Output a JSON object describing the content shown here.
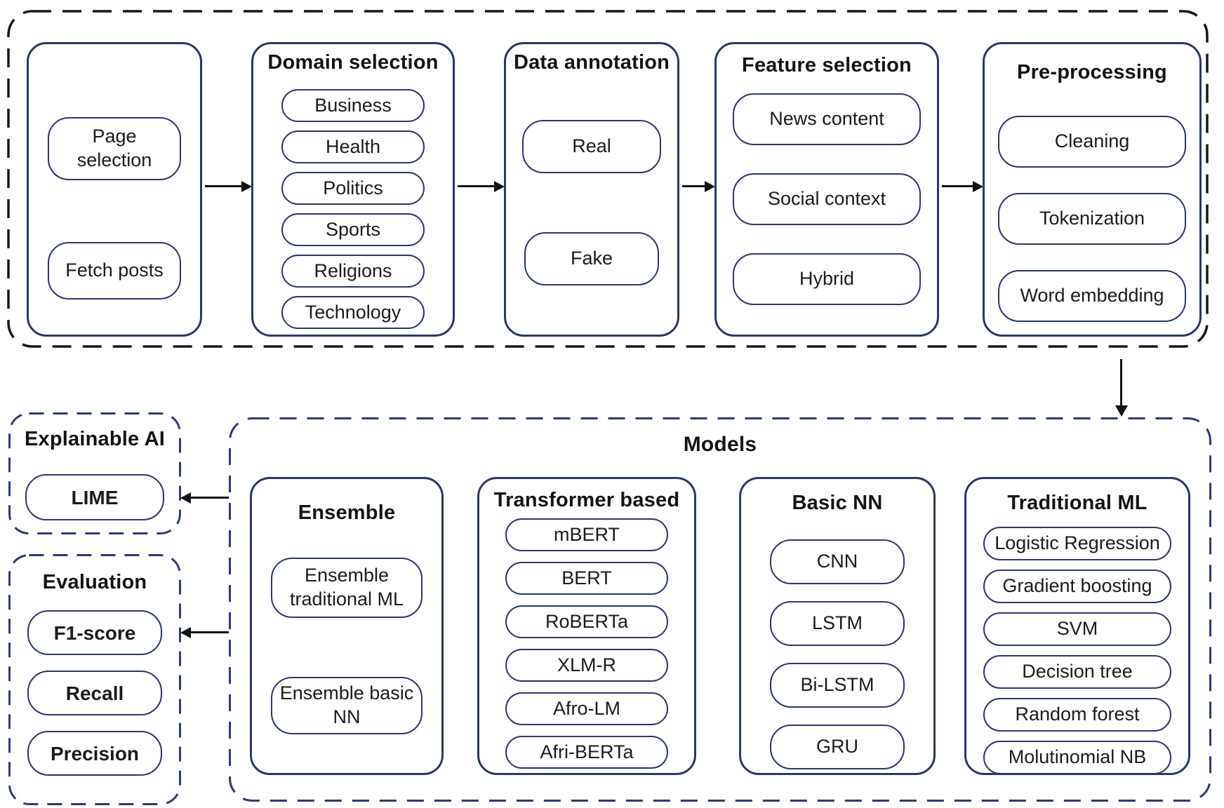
{
  "colors": {
    "border_navy": "#2b3865",
    "dash_black": "#17171f",
    "dash_navy": "#2e3c6e",
    "text": "#1a1a1a"
  },
  "stages": {
    "collection": {
      "items": [
        "Page selection",
        "Fetch posts"
      ]
    },
    "domain": {
      "title": "Domain selection",
      "items": [
        "Business",
        "Health",
        "Politics",
        "Sports",
        "Religions",
        "Technology"
      ]
    },
    "annotation": {
      "title": "Data annotation",
      "items": [
        "Real",
        "Fake"
      ]
    },
    "features": {
      "title": "Feature selection",
      "items": [
        "News content",
        "Social context",
        "Hybrid"
      ]
    },
    "preprocessing": {
      "title": "Pre-processing",
      "items": [
        "Cleaning",
        "Tokenization",
        "Word embedding"
      ]
    }
  },
  "explainable_ai": {
    "title": "Explainable AI",
    "items": [
      "LIME"
    ]
  },
  "evaluation": {
    "title": "Evaluation",
    "items": [
      "F1-score",
      "Recall",
      "Precision"
    ]
  },
  "models": {
    "title": "Models",
    "groups": {
      "ensemble": {
        "title": "Ensemble",
        "items": [
          "Ensemble traditional ML",
          "Ensemble basic NN"
        ]
      },
      "transformer": {
        "title": "Transformer based",
        "items": [
          "mBERT",
          "BERT",
          "RoBERTa",
          "XLM-R",
          "Afro-LM",
          "Afri-BERTa"
        ]
      },
      "basic_nn": {
        "title": "Basic NN",
        "items": [
          "CNN",
          "LSTM",
          "Bi-LSTM",
          "GRU"
        ]
      },
      "traditional_ml": {
        "title": "Traditional ML",
        "items": [
          "Logistic Regression",
          "Gradient boosting",
          "SVM",
          "Decision tree",
          "Random forest",
          "Molutinomial NB"
        ]
      }
    }
  }
}
